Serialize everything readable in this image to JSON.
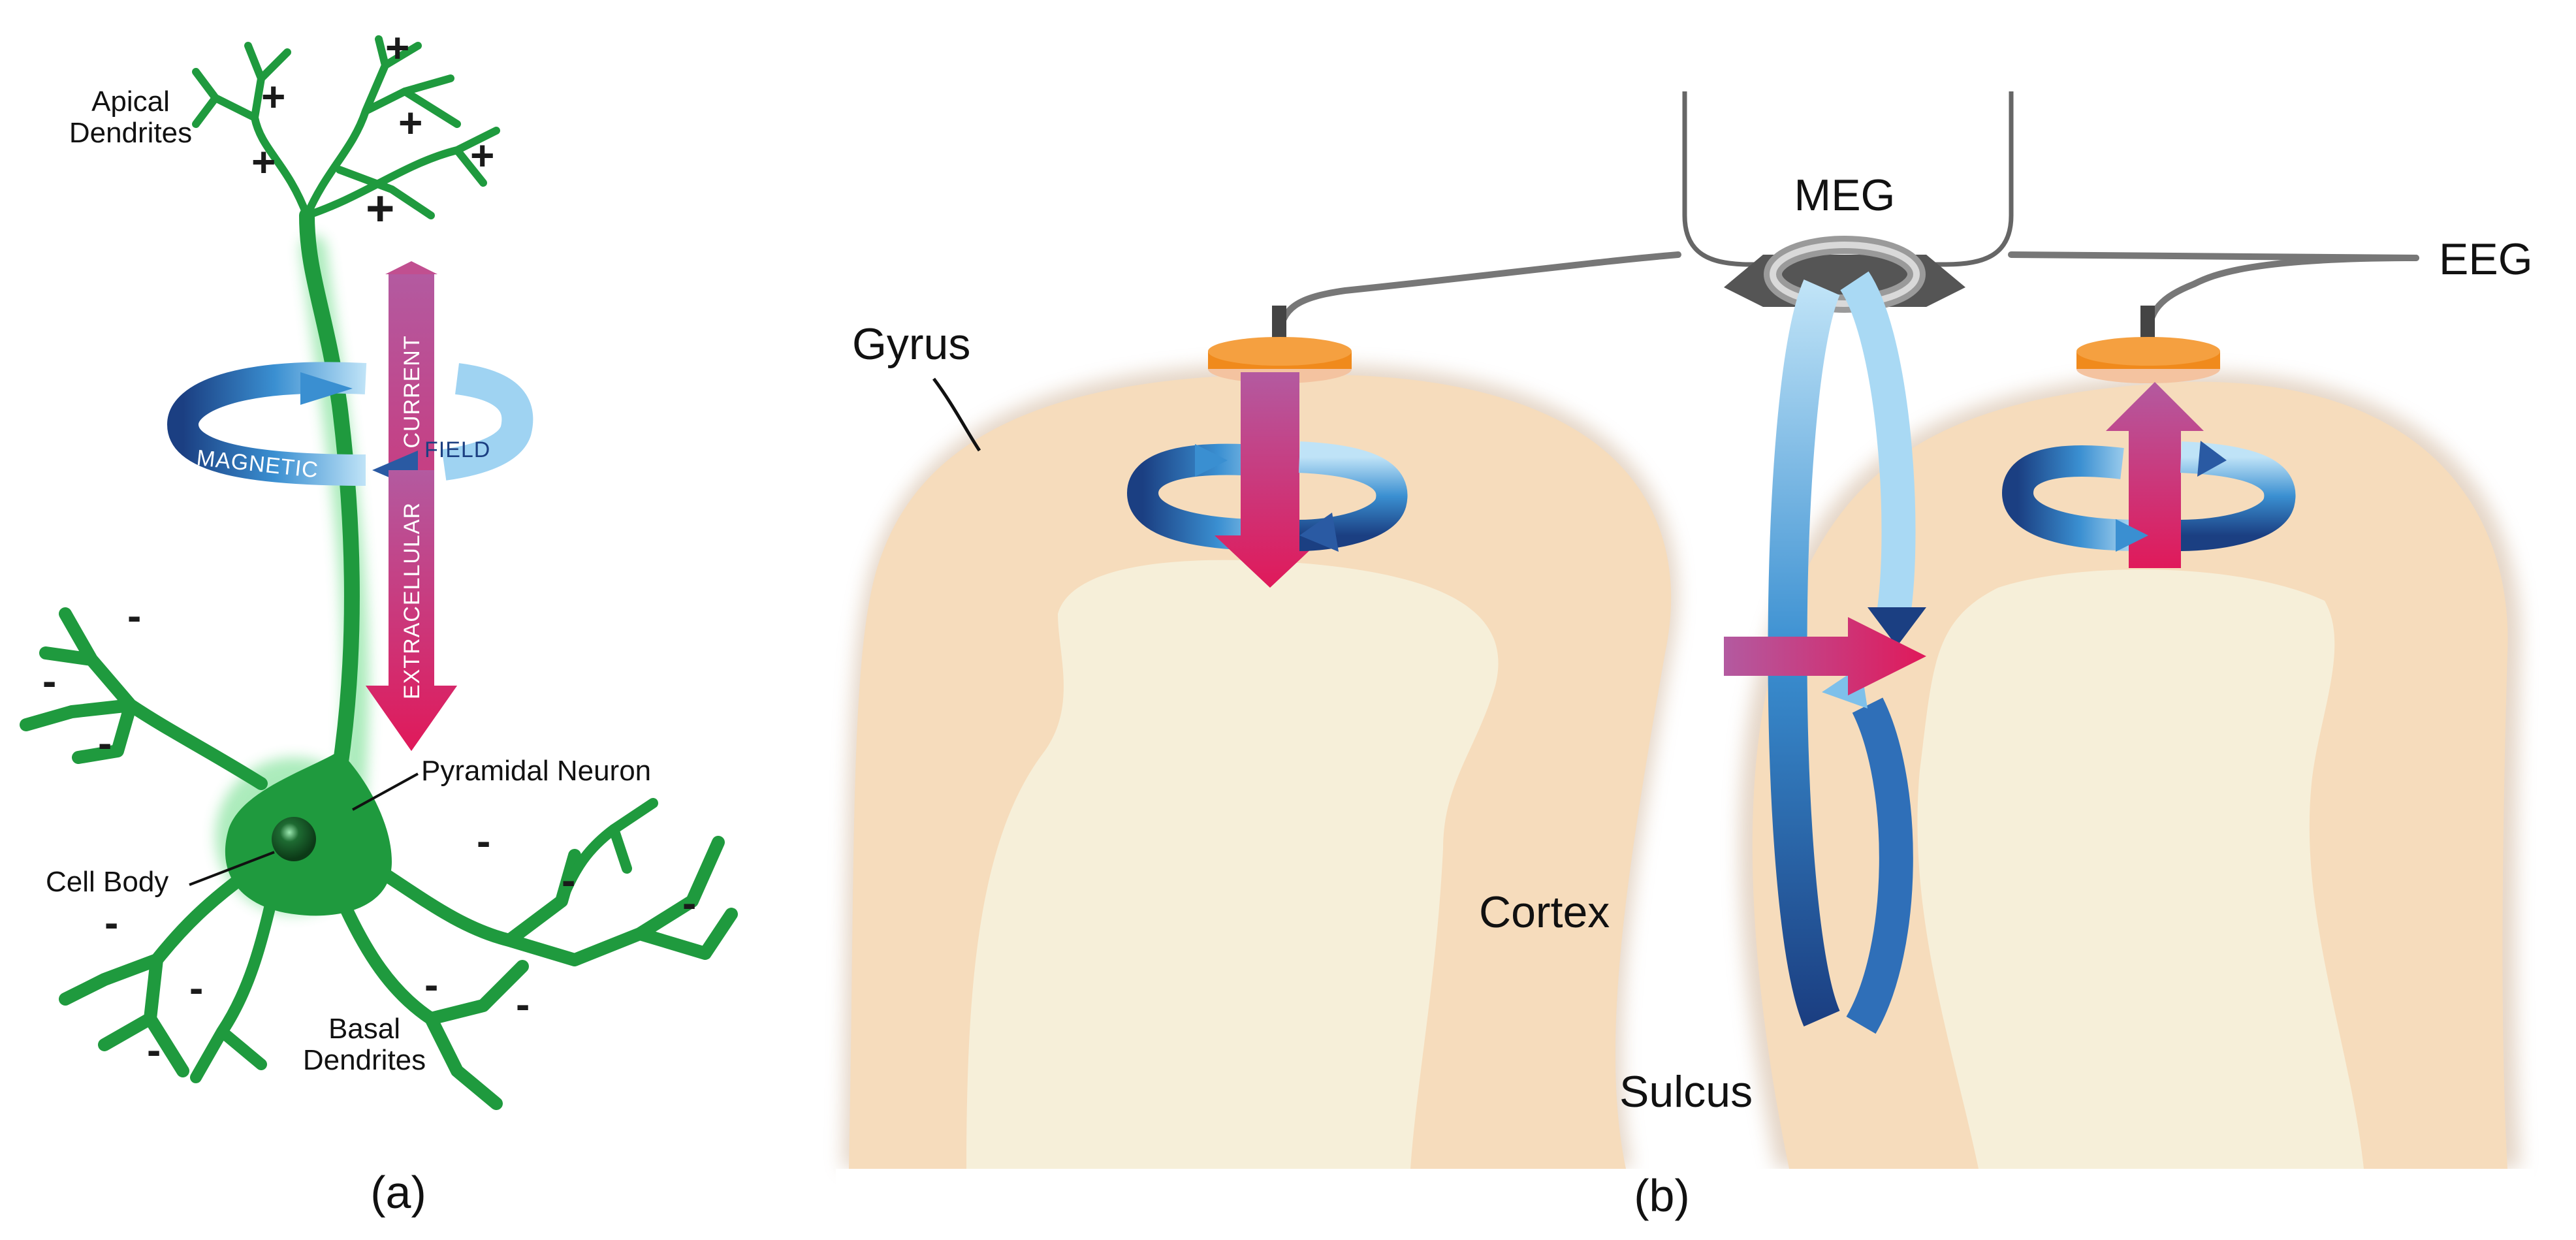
{
  "panel_a": {
    "tag": "(a)",
    "apical_line1": "Apical",
    "apical_line2": "Dendrites",
    "current_label": "CURRENT",
    "extracellular_label": "EXTRACELLULAR",
    "magnetic_label": "MAGNETIC",
    "field_label": "FIELD",
    "pyramidal_neuron": "Pyramidal Neuron",
    "cell_body": "Cell Body",
    "basal_line1": "Basal",
    "basal_line2": "Dendrites",
    "plus_sign": "+",
    "minus_sign": "-"
  },
  "panel_b": {
    "tag": "(b)",
    "meg": "MEG",
    "eeg": "EEG",
    "gyrus": "Gyrus",
    "cortex": "Cortex",
    "sulcus": "Sulcus"
  },
  "colors": {
    "neuron": "#1f9a3e",
    "current_arrow": "#d4245f",
    "field_arrow": "#3a8fd1",
    "cortex": "#f6dcbc",
    "white_matter": "#f6efd9",
    "electrode": "#f08a1c"
  }
}
